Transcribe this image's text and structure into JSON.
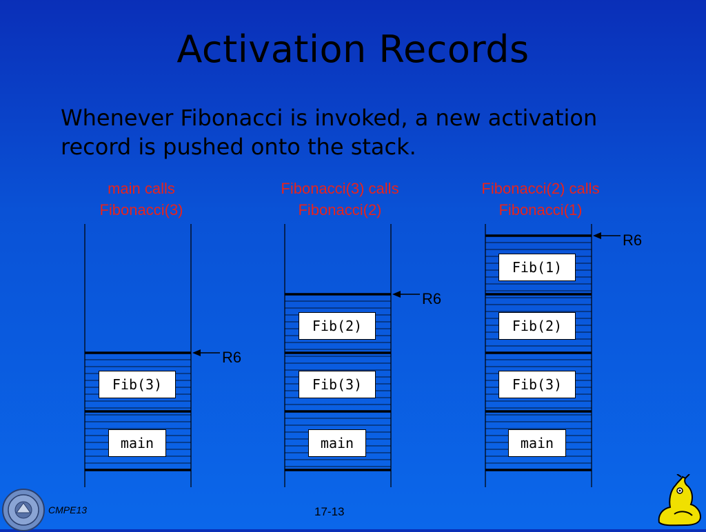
{
  "slide": {
    "title": "Activation Records",
    "body": "Whenever Fibonacci is invoked, a new activation record is pushed onto the stack."
  },
  "stacks": [
    {
      "caption_line1": "main calls",
      "caption_line2": "Fibonacci(3)",
      "frames": [
        "Fib(3)",
        "main"
      ],
      "pointer": "R6"
    },
    {
      "caption_line1": "Fibonacci(3) calls",
      "caption_line2": "Fibonacci(2)",
      "frames": [
        "Fib(2)",
        "Fib(3)",
        "main"
      ],
      "pointer": "R6"
    },
    {
      "caption_line1": "Fibonacci(2) calls",
      "caption_line2": "Fibonacci(1)",
      "frames": [
        "Fib(1)",
        "Fib(2)",
        "Fib(3)",
        "main"
      ],
      "pointer": "R6"
    }
  ],
  "footer": {
    "course": "CMPE13",
    "page": "17-13"
  },
  "logos": {
    "left": "university-seal",
    "right": "slug-mascot"
  },
  "colors": {
    "caption": "#e8231c",
    "background_top": "#0a2fb8",
    "background_bottom": "#0b67ea"
  }
}
